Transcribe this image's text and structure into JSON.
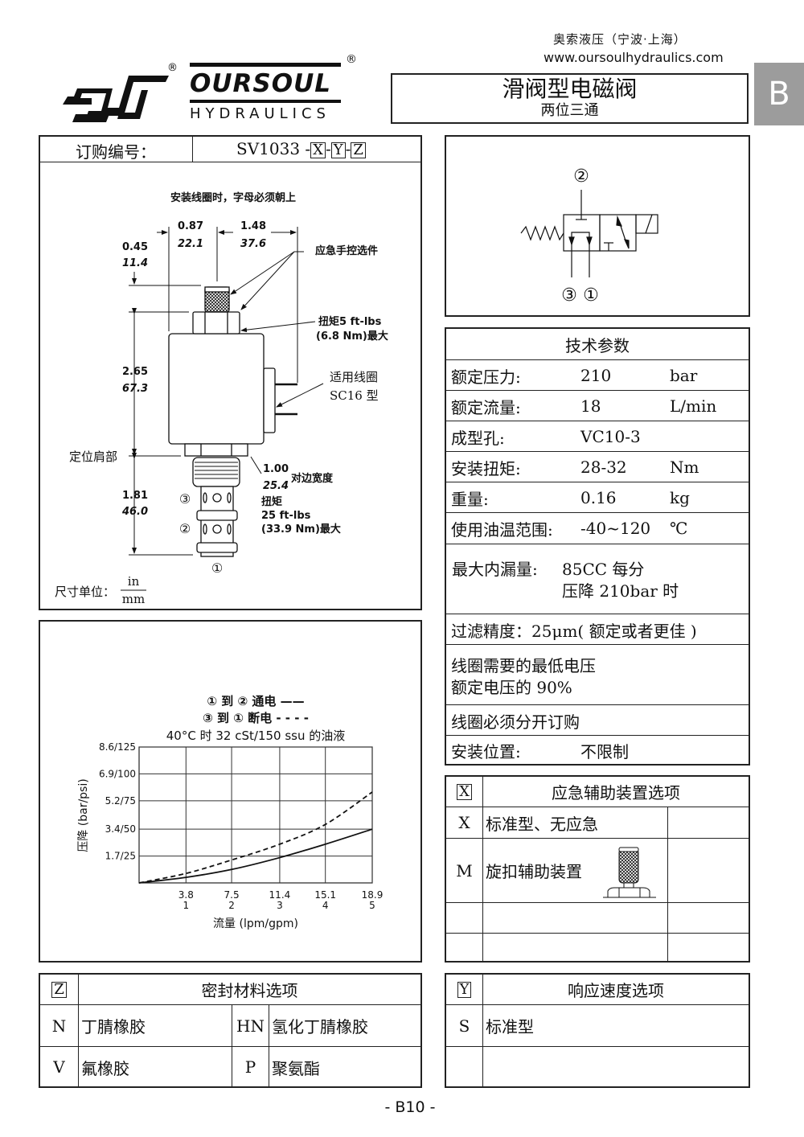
{
  "header": {
    "company_cn": "奥索液压（宁波·上海）",
    "website": "www.oursoulhydraulics.com",
    "logo_text": "OURSOUL",
    "logo_subtext": "HYDRAULICS",
    "registered_mark": "®",
    "title": "滑阀型电磁阀",
    "subtitle": "两位三通",
    "section_tab": "B"
  },
  "order": {
    "label": "订购编号：",
    "model_prefix": "SV1033",
    "sep": "-",
    "code_x": "X",
    "code_y": "Y",
    "code_z": "Z"
  },
  "drawing": {
    "note": "安装线圈时，字母必须朝上",
    "dim_087_in": "0.87",
    "dim_087_mm": "22.1",
    "dim_148_in": "1.48",
    "dim_148_mm": "37.6",
    "dim_045_in": "0.45",
    "dim_045_mm": "11.4",
    "dim_265_in": "2.65",
    "dim_265_mm": "67.3",
    "dim_181_in": "1.81",
    "dim_181_mm": "46.0",
    "dim_100_in": "1.00",
    "dim_100_mm": "25.4",
    "manual_override": "应急手控选件",
    "nut_torque_1": "扭矩5 ft-lbs",
    "nut_torque_2": "(6.8 Nm)最大",
    "coil_1": "适用线圈",
    "coil_2": "SC16 型",
    "shoulder": "定位肩部",
    "across_flats": "对边宽度",
    "torque_title": "扭矩",
    "torque_1": "25 ft-lbs",
    "torque_2": "(33.9 Nm)最大",
    "port_3": "③",
    "port_2": "②",
    "port_1": "①",
    "unit_label": "尺寸单位：",
    "unit_in": "in",
    "unit_mm": "mm"
  },
  "symbol": {
    "port_2": "②",
    "port_3": "③",
    "port_1": "①"
  },
  "chart_data": {
    "type": "line",
    "legend_1": "① 到  ② 通电 ——",
    "legend_2": "③ 到 ① 断电 - - - -",
    "title": "40°C 时 32 cSt/150 ssu 的油液",
    "xlabel": "流量 (lpm/gpm)",
    "ylabel": "压降 (bar/psi)",
    "x": [
      0,
      3.8,
      7.5,
      11.4,
      15.1,
      18.9
    ],
    "x_ticks": [
      {
        "value": 3.8,
        "lpm": "3.8",
        "gpm": "1"
      },
      {
        "value": 7.5,
        "lpm": "7.5",
        "gpm": "2"
      },
      {
        "value": 11.4,
        "lpm": "11.4",
        "gpm": "3"
      },
      {
        "value": 15.1,
        "lpm": "15.1",
        "gpm": "4"
      },
      {
        "value": 18.9,
        "lpm": "18.9",
        "gpm": "5"
      }
    ],
    "y_ticks": [
      {
        "value": 1.7,
        "label": "1.7/25"
      },
      {
        "value": 3.4,
        "label": "3.4/50"
      },
      {
        "value": 5.2,
        "label": "5.2/75"
      },
      {
        "value": 6.9,
        "label": "6.9/100"
      },
      {
        "value": 8.6,
        "label": "8.6/125"
      }
    ],
    "xlim": [
      0,
      18.9
    ],
    "ylim": [
      0,
      8.6
    ],
    "grid": true,
    "series": [
      {
        "name": "① 到 ② 通电",
        "style": "solid",
        "values": [
          0,
          0.35,
          0.85,
          1.6,
          2.45,
          3.4
        ]
      },
      {
        "name": "③ 到 ① 断电",
        "style": "dashed",
        "values": [
          0,
          0.6,
          1.45,
          2.45,
          3.7,
          5.75
        ]
      }
    ]
  },
  "specs": {
    "title": "技术参数",
    "rows": [
      {
        "label": "额定压力:",
        "value": "210",
        "unit": "bar"
      },
      {
        "label": "额定流量:",
        "value": "18",
        "unit": "L/min"
      },
      {
        "label": "成型孔:",
        "value": "VC10-3",
        "unit": ""
      },
      {
        "label": "安装扭矩:",
        "value": "28-32",
        "unit": "Nm"
      },
      {
        "label": "重量:",
        "value": "0.16",
        "unit": "kg"
      },
      {
        "label": "使用油温范围:",
        "value": "-40~120",
        "unit": "℃"
      }
    ],
    "leakage_label": "最大内漏量:",
    "leakage_1": "85CC 每分",
    "leakage_2": "压降 210bar 时",
    "filtration": "过滤精度：25μm( 额定或者更佳 )",
    "voltage_1": "线圈需要的最低电压",
    "voltage_2": "额定电压的 90%",
    "coil_order": "线圈必须分开订购",
    "mount_label": "安装位置:",
    "mount_value": "不限制"
  },
  "option_x": {
    "code": "X",
    "title": "应急辅助装置选项",
    "rows": [
      {
        "code": "X",
        "desc": "标准型、无应急"
      },
      {
        "code": "M",
        "desc": "旋扣辅助装置"
      }
    ]
  },
  "option_z": {
    "code": "Z",
    "title": "密封材料选项",
    "rows": [
      {
        "code1": "N",
        "desc1": "丁腈橡胶",
        "code2": "HN",
        "desc2": "氢化丁腈橡胶"
      },
      {
        "code1": "V",
        "desc1": "氟橡胶",
        "code2": "P",
        "desc2": "聚氨酯"
      }
    ]
  },
  "option_y": {
    "code": "Y",
    "title": "响应速度选项",
    "rows": [
      {
        "code": "S",
        "desc": "标准型"
      }
    ]
  },
  "footer": {
    "page": "- B10 -"
  }
}
